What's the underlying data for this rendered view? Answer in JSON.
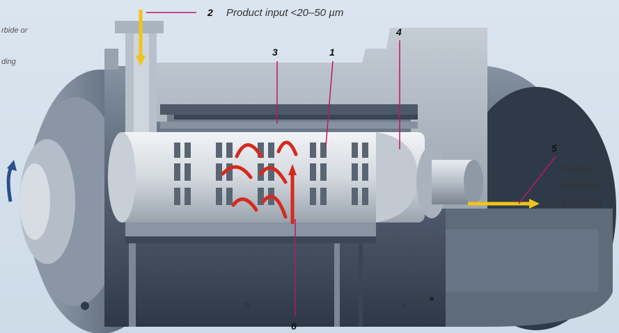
{
  "side_notes": [
    "rbide or",
    "ding"
  ],
  "callouts": [
    {
      "number": "2",
      "text": "Product input <20–50 µm"
    },
    {
      "number": "3"
    },
    {
      "number": "1"
    },
    {
      "number": "4"
    },
    {
      "number": "5",
      "lines": [
        "Product",
        "fineness",
        "<100 nm"
      ]
    },
    {
      "number": "6"
    }
  ],
  "colors": {
    "arrow_input": "#f0c419",
    "arrow_output": "#f0c419",
    "flow_arrows": "#d42a1e",
    "leader_lines": "#c0136a",
    "rotation_arrow": "#2a4f8c",
    "housing": "#5a6778"
  }
}
